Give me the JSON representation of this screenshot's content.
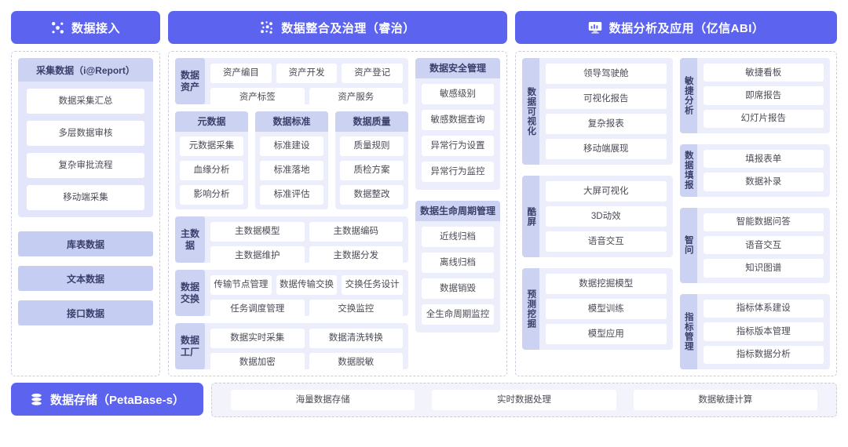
{
  "headers": [
    {
      "label": "数据接入",
      "icon": "scatter-nodes-icon"
    },
    {
      "label": "数据整合及治理（睿治）",
      "icon": "dots-grid-icon"
    },
    {
      "label": "数据分析及应用（亿信ABI）",
      "icon": "monitor-chart-icon"
    }
  ],
  "ingestion": {
    "card_title": "采集数据（i@Report）",
    "card_items": [
      "数据采集汇总",
      "多层数据审核",
      "复杂审批流程",
      "移动端采集"
    ],
    "sources": [
      "库表数据",
      "文本数据",
      "接口数据"
    ]
  },
  "governance": {
    "asset_row": {
      "caption": "数据资产",
      "line1": [
        "资产编目",
        "资产开发",
        "资产登记"
      ],
      "line2": [
        "资产标签",
        "资产服务"
      ]
    },
    "triple": [
      {
        "caption": "元数据",
        "items": [
          "元数据采集",
          "血缘分析",
          "影响分析"
        ]
      },
      {
        "caption": "数据标准",
        "items": [
          "标准建设",
          "标准落地",
          "标准评估"
        ]
      },
      {
        "caption": "数据质量",
        "items": [
          "质量规则",
          "质检方案",
          "数据整改"
        ]
      }
    ],
    "master_row": {
      "caption": "主数据",
      "line1": [
        "主数据模型",
        "主数据编码"
      ],
      "line2": [
        "主数据维护",
        "主数据分发"
      ]
    },
    "exchange_row": {
      "caption": "数据交换",
      "line1": [
        "传输节点管理",
        "数据传输交换",
        "交换任务设计"
      ],
      "line2": [
        "任务调度管理",
        "交换监控"
      ]
    },
    "factory_row": {
      "caption": "数据工厂",
      "line1": [
        "数据实时采集",
        "数据清洗转换"
      ],
      "line2": [
        "数据加密",
        "数据脱敏"
      ]
    }
  },
  "security": [
    {
      "caption": "数据安全管理",
      "items": [
        "敏感级别",
        "敏感数据查询",
        "异常行为设置",
        "异常行为监控"
      ]
    },
    {
      "caption": "数据生命周期管理",
      "items": [
        "近线归档",
        "离线归档",
        "数据销毁",
        "全生命周期监控"
      ]
    }
  ],
  "analysis_left": [
    {
      "caption": "数据可视化",
      "items": [
        "领导驾驶舱",
        "可视化报告",
        "复杂报表",
        "移动端展现"
      ]
    },
    {
      "caption": "酷屏",
      "items": [
        "大屏可视化",
        "3D动效",
        "语音交互"
      ]
    },
    {
      "caption": "预测挖掘",
      "items": [
        "数据挖掘模型",
        "模型训练",
        "模型应用"
      ]
    }
  ],
  "analysis_right": [
    {
      "caption": "敏捷分析",
      "items": [
        "敏捷看板",
        "即席报告",
        "幻灯片报告"
      ]
    },
    {
      "caption": "数据填报",
      "items": [
        "填报表单",
        "数据补录"
      ]
    },
    {
      "caption": "智问",
      "items": [
        "智能数据问答",
        "语音交互",
        "知识图谱"
      ]
    },
    {
      "caption": "指标管理",
      "items": [
        "指标体系建设",
        "指标版本管理",
        "指标数据分析"
      ]
    }
  ],
  "storage": {
    "button_label": "数据存储（PetaBase-s）",
    "button_icon": "database-stack-icon",
    "items": [
      "海量数据存储",
      "实时数据处理",
      "数据敏捷计算"
    ]
  },
  "colors": {
    "brand": "#5b63ef",
    "caption_bg": "#ccd3f2",
    "group_bg": "#eceefb",
    "tile_bg": "#ffffff",
    "panel_border": "#c9ccdd"
  }
}
